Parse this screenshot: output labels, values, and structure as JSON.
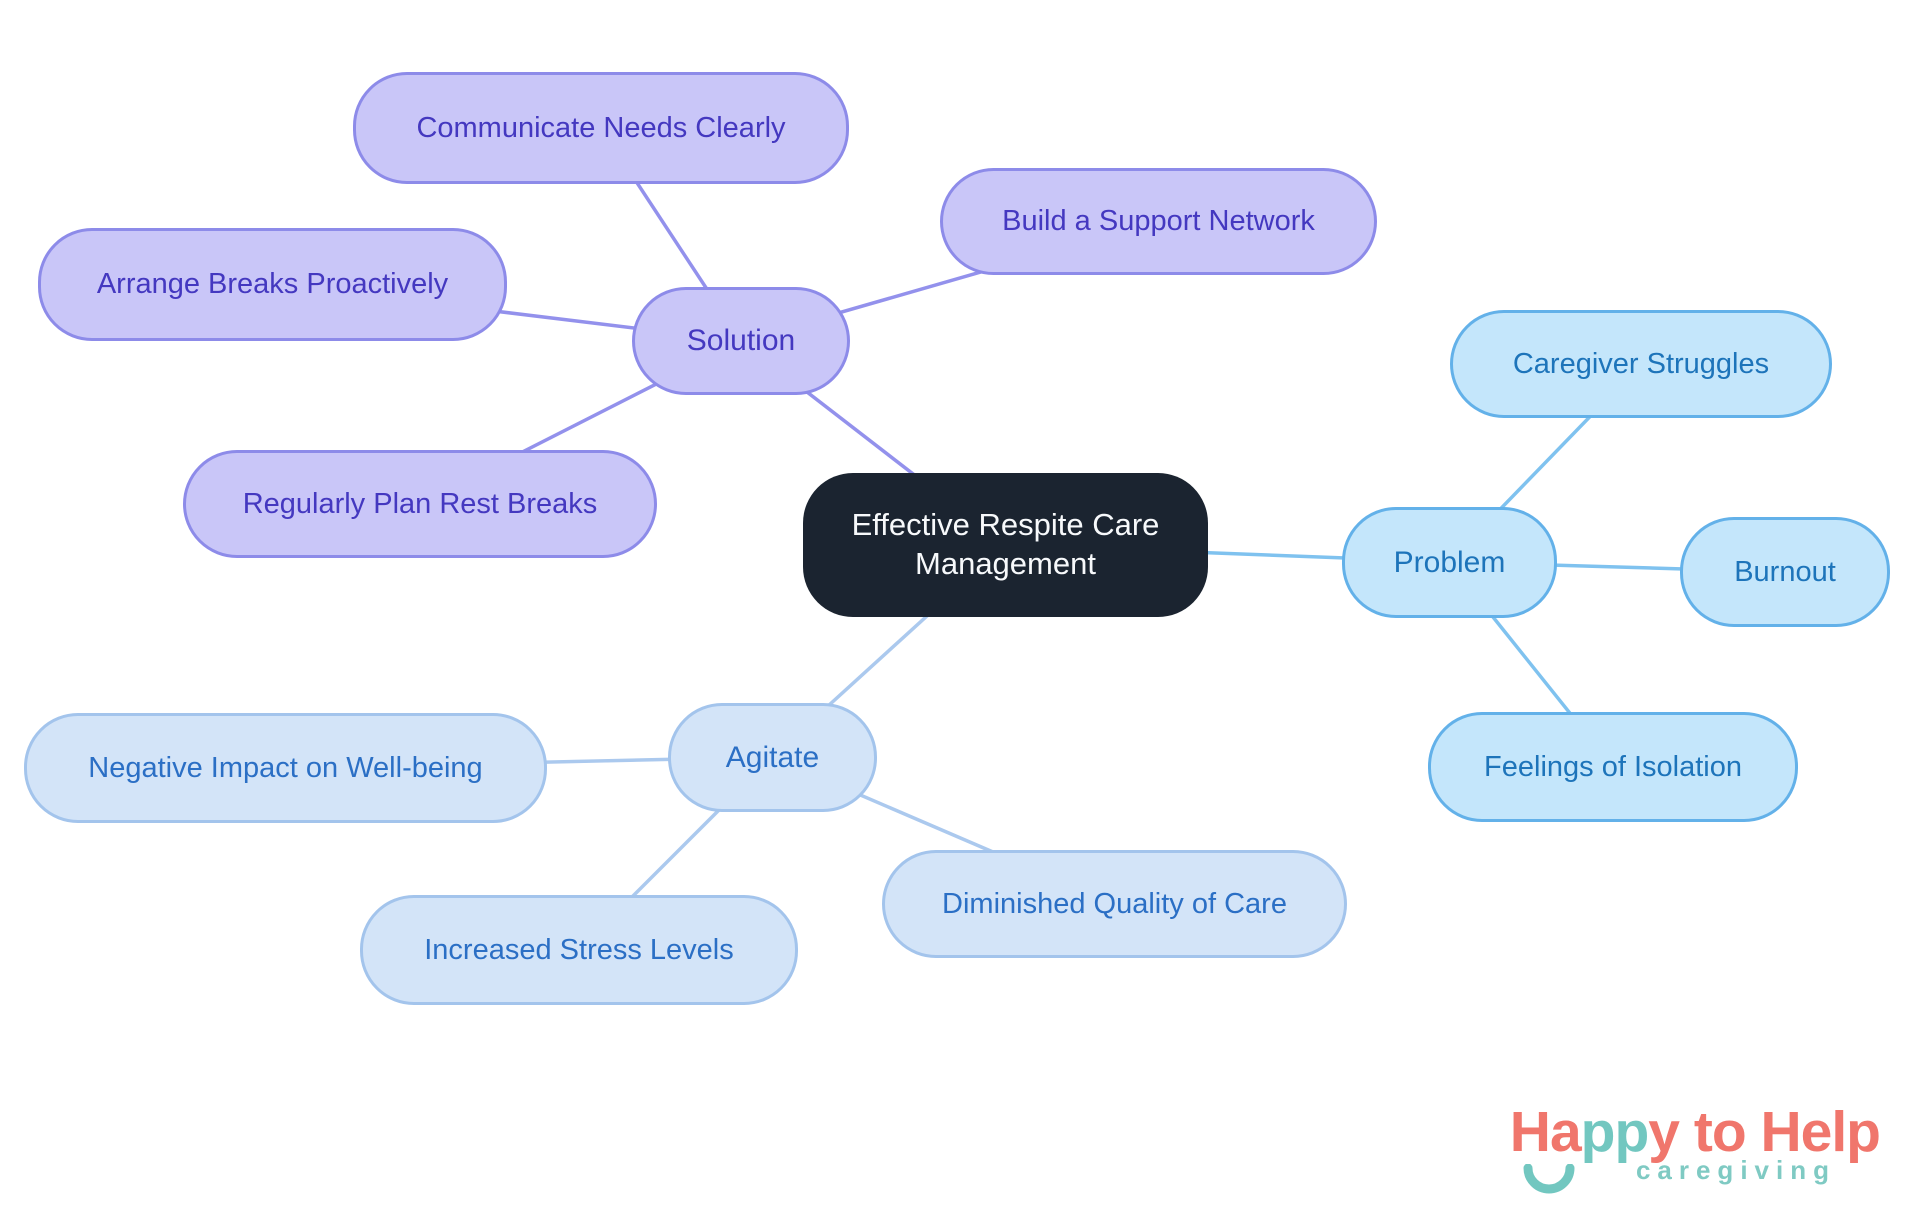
{
  "colors": {
    "central_bg": "#1b2430",
    "central_text": "#f7f9fb",
    "solution_fill": "#c9c6f8",
    "solution_border": "#8d8be9",
    "solution_text": "#4438c0",
    "solution_edge": "#9391ec",
    "problem_fill": "#c4e6fb",
    "problem_border": "#63b1e9",
    "problem_text": "#1d74ba",
    "problem_edge": "#7fc2ef",
    "agitate_fill": "#d3e4f8",
    "agitate_border": "#a3c4ec",
    "agitate_text": "#2b6fc5",
    "agitate_edge": "#abc9ee",
    "logo_coral": "#f0766c",
    "logo_teal": "#72c7c0"
  },
  "central": {
    "label": "Effective Respite Care\nManagement"
  },
  "branches": {
    "solution": {
      "label": "Solution",
      "children": [
        {
          "label": "Communicate Needs Clearly"
        },
        {
          "label": "Arrange Breaks Proactively"
        },
        {
          "label": "Regularly Plan Rest Breaks"
        },
        {
          "label": "Build a Support Network"
        }
      ]
    },
    "problem": {
      "label": "Problem",
      "children": [
        {
          "label": "Caregiver Struggles"
        },
        {
          "label": "Burnout"
        },
        {
          "label": "Feelings of Isolation"
        }
      ]
    },
    "agitate": {
      "label": "Agitate",
      "children": [
        {
          "label": "Negative Impact on Well-being"
        },
        {
          "label": "Increased Stress Levels"
        },
        {
          "label": "Diminished Quality of Care"
        }
      ]
    }
  },
  "logo": {
    "word_start": "Ha",
    "word_mid": "pp",
    "word_end": "y to Help",
    "subtitle": "caregiving"
  }
}
